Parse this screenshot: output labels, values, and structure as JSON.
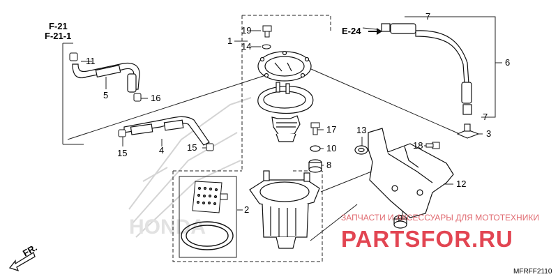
{
  "diagram": {
    "refs": {
      "f21": "F-21",
      "f211": "F-21-1",
      "e24": "E-24"
    },
    "front_arrow": "FR.",
    "labels": {
      "p1": "1",
      "p2": "2",
      "p3": "3",
      "p4": "4",
      "p5": "5",
      "p6": "6",
      "p7a": "7",
      "p7b": "7",
      "p8": "8",
      "p9": "9",
      "p10": "10",
      "p11": "11",
      "p12": "12",
      "p13": "13",
      "p14": "14",
      "p15a": "15",
      "p15b": "15",
      "p16": "16",
      "p17": "17",
      "p18": "18",
      "p19": "19"
    },
    "diagram_code": "MFRFF2110"
  },
  "watermark": {
    "line1": "ЗАПЧАСТИ И АКСЕССУАРЫ ДЛЯ МОТОТЕХНИКИ",
    "line2": "PARTSFOR.RU"
  }
}
